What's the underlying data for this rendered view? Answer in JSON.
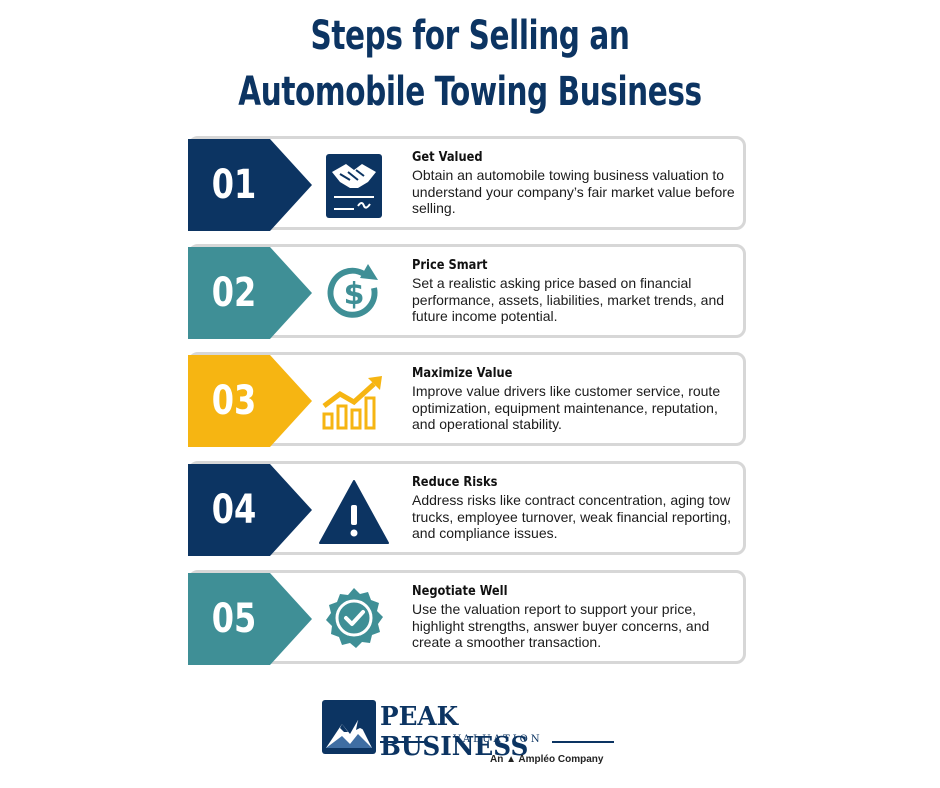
{
  "title": {
    "line1": "Steps for Selling an",
    "line2": "Automobile Towing Business"
  },
  "steps": [
    {
      "number": "01",
      "heading": "Get Valued",
      "text": "Obtain an automobile towing business valuation to understand your company’s fair market value before selling.",
      "color": "#0c3462",
      "icon": "handshake-contract-icon"
    },
    {
      "number": "02",
      "heading": "Price Smart",
      "text": "Set a realistic asking price based on financial performance, assets, liabilities, market trends, and future income potential.",
      "color": "#3f8f96",
      "icon": "dollar-cycle-icon"
    },
    {
      "number": "03",
      "heading": "Maximize Value",
      "text": "Improve value drivers like customer service, route optimization, equipment maintenance, reputation, and operational stability.",
      "color": "#f6b512",
      "icon": "growth-chart-icon"
    },
    {
      "number": "04",
      "heading": "Reduce Risks",
      "text": "Address risks like contract concentration, aging tow trucks, employee turnover, weak financial reporting, and compliance issues.",
      "color": "#0c3462",
      "icon": "warning-icon"
    },
    {
      "number": "05",
      "heading": "Negotiate Well",
      "text": "Use the valuation report to support your price, highlight strengths, answer buyer concerns, and create a smoother transaction.",
      "color": "#3f8f96",
      "icon": "check-badge-icon"
    }
  ],
  "logo": {
    "name": "PEAK BUSINESS",
    "sub": "VALUATION",
    "tagline": "An ▲ Ampléo Company"
  }
}
